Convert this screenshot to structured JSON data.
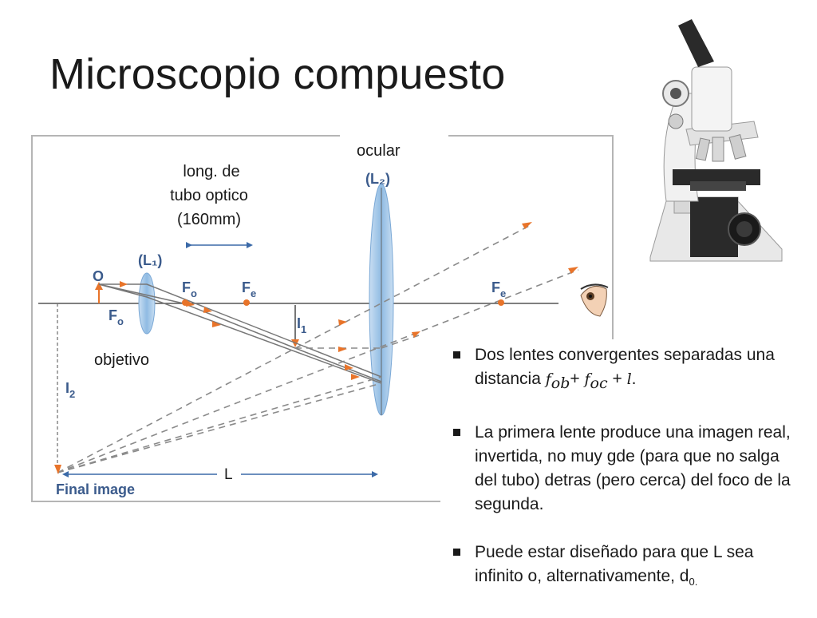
{
  "slide": {
    "title": "Microscopio compuesto"
  },
  "diagram": {
    "label_ocular": "ocular",
    "label_L2": "(L₂)",
    "label_L1": "(L₁)",
    "label_tube": [
      "long. de",
      "tubo optico",
      "(160mm)"
    ],
    "label_O": "O",
    "label_Fo": "F",
    "label_Fo_sub": "o",
    "label_Fe": "F",
    "label_Fe_sub": "e",
    "label_I1": "I",
    "label_I1_sub": "1",
    "label_I2": "I",
    "label_I2_sub": "2",
    "label_objetivo": "objetivo",
    "label_L": "L",
    "label_final_image": "Final image"
  },
  "bullets": [
    {
      "text": "Dos lentes convergentes separadas una distancia ",
      "formula": "f_ob + f_oc + l."
    },
    {
      "text": "La primera lente produce una imagen real, invertida, no muy gde (para que no salga del tubo) detras (pero cerca) del foco de la segunda."
    },
    {
      "text": "Puede estar diseñado para que L sea infinito o, alternativamente, d",
      "sub": "0."
    }
  ],
  "colors": {
    "arrow_orange": "#e8742a",
    "lens_blue": "#9cc3e6",
    "ray_gray": "#7f7f7f",
    "label_blue": "#3b5b8c"
  }
}
